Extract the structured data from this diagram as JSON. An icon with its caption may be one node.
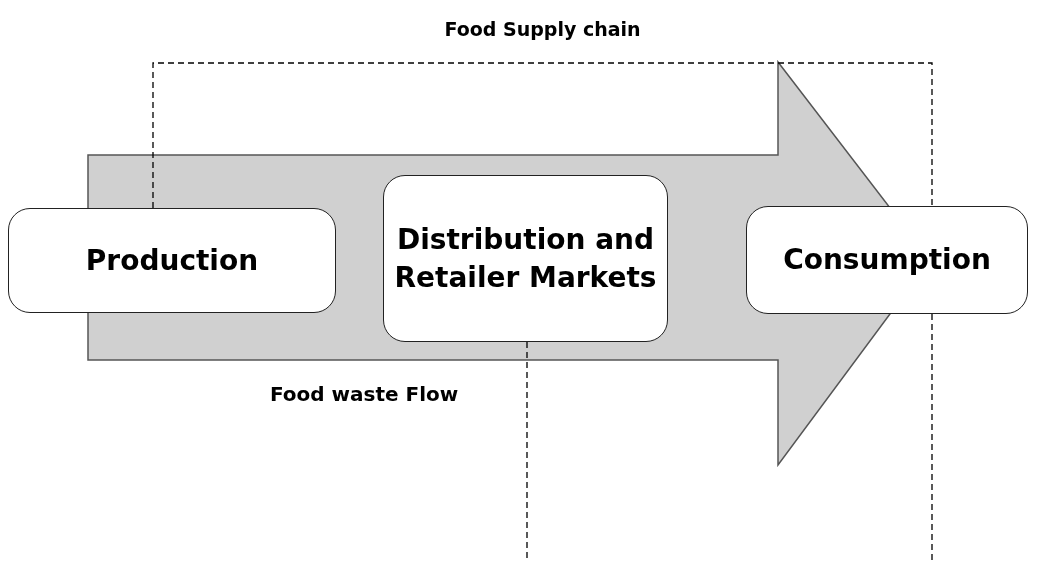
{
  "diagram": {
    "nodes": [
      {
        "text": [
          "Production"
        ]
      },
      {
        "text": [
          "Distribution and Retailer Markets"
        ]
      },
      {
        "text": [
          "Consumption"
        ]
      }
    ],
    "edges": [
      {
        "from": 0,
        "to": 2,
        "arrow": "to",
        "style": "thick",
        "color": "#d0d0d0"
      },
      {
        "from": 0,
        "to": 2,
        "arrow": "none",
        "style": "dashed",
        "label": "Food Supply chain"
      },
      {
        "from": 1,
        "to": null,
        "arrow": "none",
        "style": "dashed"
      },
      {
        "from": 2,
        "to": null,
        "arrow": "none",
        "style": "dashed"
      }
    ],
    "labels": [
      "Food waste Flow"
    ]
  }
}
